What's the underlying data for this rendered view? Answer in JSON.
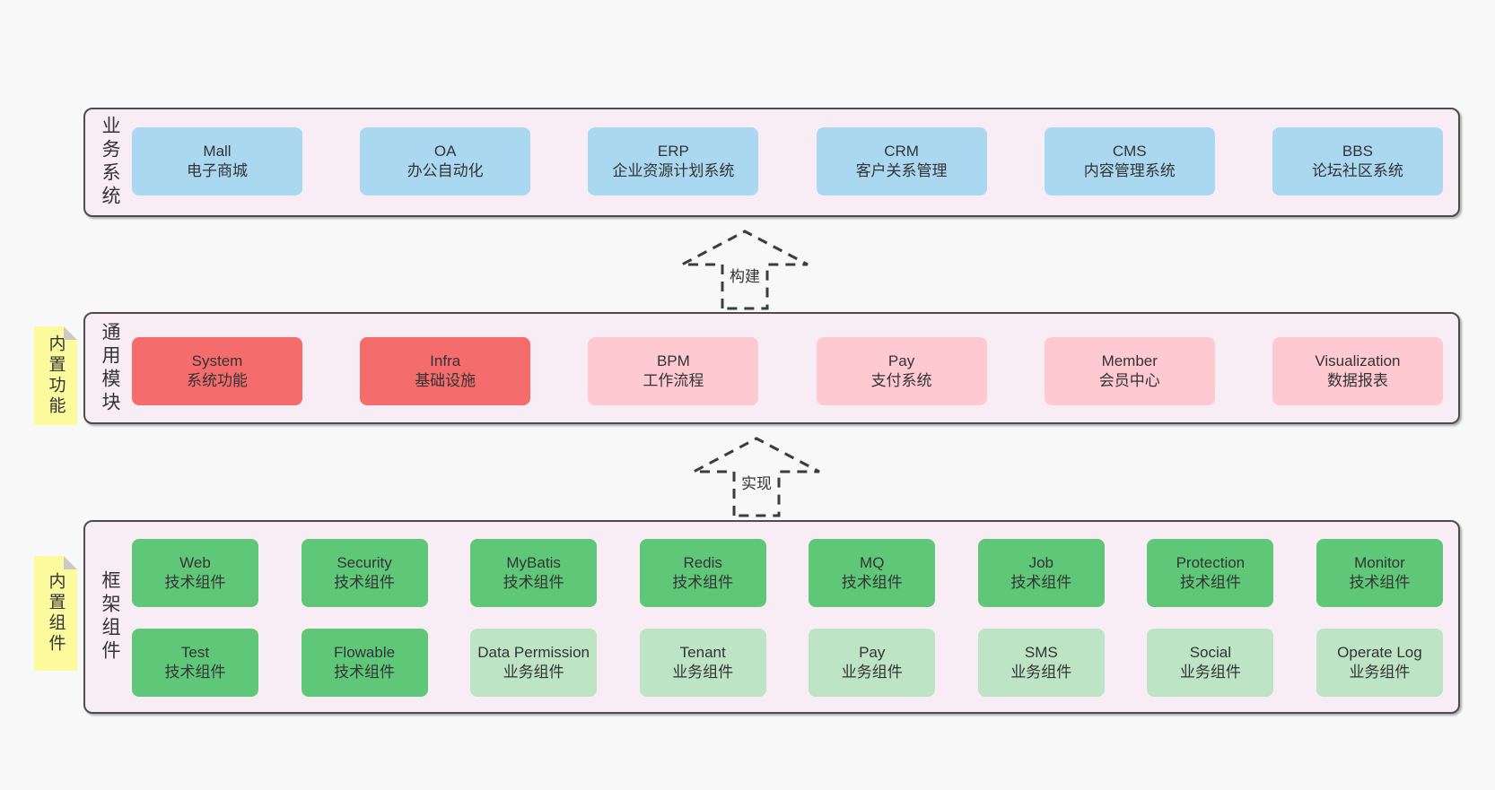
{
  "colors": {
    "page_bg": "#f8f8f8",
    "container_bg": "#f8edf5",
    "container_border": "#4d4d4d",
    "node_blue": "#a9d8f0",
    "node_red": "#f56c6c",
    "node_pink": "#ffc9d2",
    "node_green": "#5fc878",
    "node_light_green": "#bce4c5",
    "note_yellow": "#fbfb9e",
    "arrow_stroke": "#3c3c3c",
    "text": "#333333"
  },
  "sections": {
    "business": {
      "label": "业务系统",
      "items": [
        {
          "name": "Mall",
          "desc": "电子商城"
        },
        {
          "name": "OA",
          "desc": "办公自动化"
        },
        {
          "name": "ERP",
          "desc": "企业资源计划系统"
        },
        {
          "name": "CRM",
          "desc": "客户关系管理"
        },
        {
          "name": "CMS",
          "desc": "内容管理系统"
        },
        {
          "name": "BBS",
          "desc": "论坛社区系统"
        }
      ]
    },
    "modules": {
      "label": "通用模块",
      "note": "内置功能",
      "items": [
        {
          "name": "System",
          "desc": "系统功能",
          "variant": "red"
        },
        {
          "name": "Infra",
          "desc": "基础设施",
          "variant": "red"
        },
        {
          "name": "BPM",
          "desc": "工作流程",
          "variant": "pink"
        },
        {
          "name": "Pay",
          "desc": "支付系统",
          "variant": "pink"
        },
        {
          "name": "Member",
          "desc": "会员中心",
          "variant": "pink"
        },
        {
          "name": "Visualization",
          "desc": "数据报表",
          "variant": "pink"
        }
      ]
    },
    "framework": {
      "label": "框架组件",
      "note": "内置组件",
      "rows": [
        {
          "items": [
            {
              "name": "Web",
              "desc": "技术组件",
              "variant": "green"
            },
            {
              "name": "Security",
              "desc": "技术组件",
              "variant": "green"
            },
            {
              "name": "MyBatis",
              "desc": "技术组件",
              "variant": "green"
            },
            {
              "name": "Redis",
              "desc": "技术组件",
              "variant": "green"
            },
            {
              "name": "MQ",
              "desc": "技术组件",
              "variant": "green"
            },
            {
              "name": "Job",
              "desc": "技术组件",
              "variant": "green"
            },
            {
              "name": "Protection",
              "desc": "技术组件",
              "variant": "green"
            },
            {
              "name": "Monitor",
              "desc": "技术组件",
              "variant": "green"
            }
          ]
        },
        {
          "items": [
            {
              "name": "Test",
              "desc": "技术组件",
              "variant": "green"
            },
            {
              "name": "Flowable",
              "desc": "技术组件",
              "variant": "green"
            },
            {
              "name": "Data Permission",
              "desc": "业务组件",
              "variant": "lightgreen"
            },
            {
              "name": "Tenant",
              "desc": "业务组件",
              "variant": "lightgreen"
            },
            {
              "name": "Pay",
              "desc": "业务组件",
              "variant": "lightgreen"
            },
            {
              "name": "SMS",
              "desc": "业务组件",
              "variant": "lightgreen"
            },
            {
              "name": "Social",
              "desc": "业务组件",
              "variant": "lightgreen"
            },
            {
              "name": "Operate Log",
              "desc": "业务组件",
              "variant": "lightgreen"
            }
          ]
        }
      ]
    }
  },
  "arrows": [
    {
      "label": "构建"
    },
    {
      "label": "实现"
    }
  ]
}
